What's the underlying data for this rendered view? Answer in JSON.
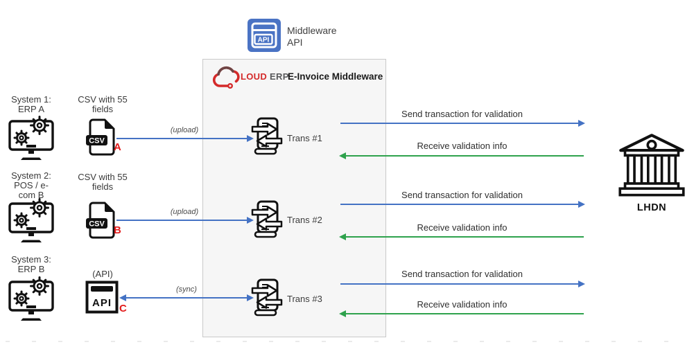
{
  "top_banner": {
    "icon_text": "API",
    "title_line1": "Middleware",
    "title_line2": "API"
  },
  "middleware": {
    "logo_cloud_text": "LOUD",
    "logo_erp_text": "ERP",
    "title": "E-Invoice Middleware",
    "transactions": [
      {
        "label": "Trans #1"
      },
      {
        "label": "Trans #2"
      },
      {
        "label": "Trans #3"
      }
    ]
  },
  "systems": [
    {
      "name_line1": "System 1:",
      "name_line2": "ERP A",
      "name_line3": ""
    },
    {
      "name_line1": "System 2:",
      "name_line2": "POS / e-",
      "name_line3": "com B"
    },
    {
      "name_line1": "System 3:",
      "name_line2": "ERP B",
      "name_line3": ""
    }
  ],
  "sources": [
    {
      "caption_line1": "CSV with 55",
      "caption_line2": "fields",
      "badge": "CSV",
      "marker": "A",
      "link_label": "(upload)"
    },
    {
      "caption_line1": "CSV with 55",
      "caption_line2": "fields",
      "badge": "CSV",
      "marker": "B",
      "link_label": "(upload)"
    },
    {
      "caption_line1": "(API)",
      "caption_line2": "",
      "badge": "API",
      "marker": "C",
      "link_label": "(sync)"
    }
  ],
  "flows": {
    "send_label": "Send transaction for validation",
    "receive_label": "Receive validation info"
  },
  "lhdn": {
    "label": "LHDN"
  },
  "colors": {
    "arrow_blue": "#4472C4",
    "arrow_green": "#2EA24C",
    "marker_red": "#E21B1B",
    "api_icon_blue": "#4A73C4",
    "logo_red": "#D42A2A"
  }
}
